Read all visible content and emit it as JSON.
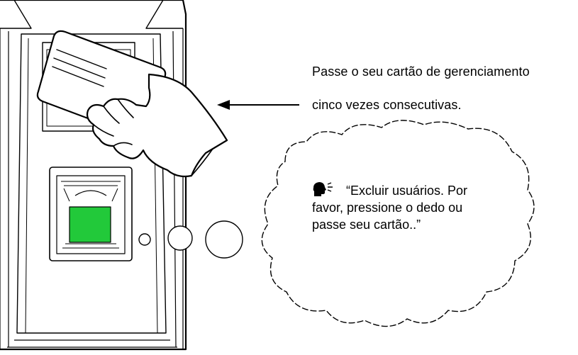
{
  "instruction": {
    "line1": "Passe o seu cartão de gerenciamento",
    "line2": "cinco vezes consecutivas."
  },
  "speech_bubble": {
    "icon": "speaking-head-icon",
    "line1": "“Excluir usuários. Por",
    "line2": "favor, pressione o dedo ou",
    "line3": "passe seu cartão..”"
  },
  "colors": {
    "sensor_light": "#22c93a",
    "outline": "#000000",
    "background": "#ffffff"
  }
}
